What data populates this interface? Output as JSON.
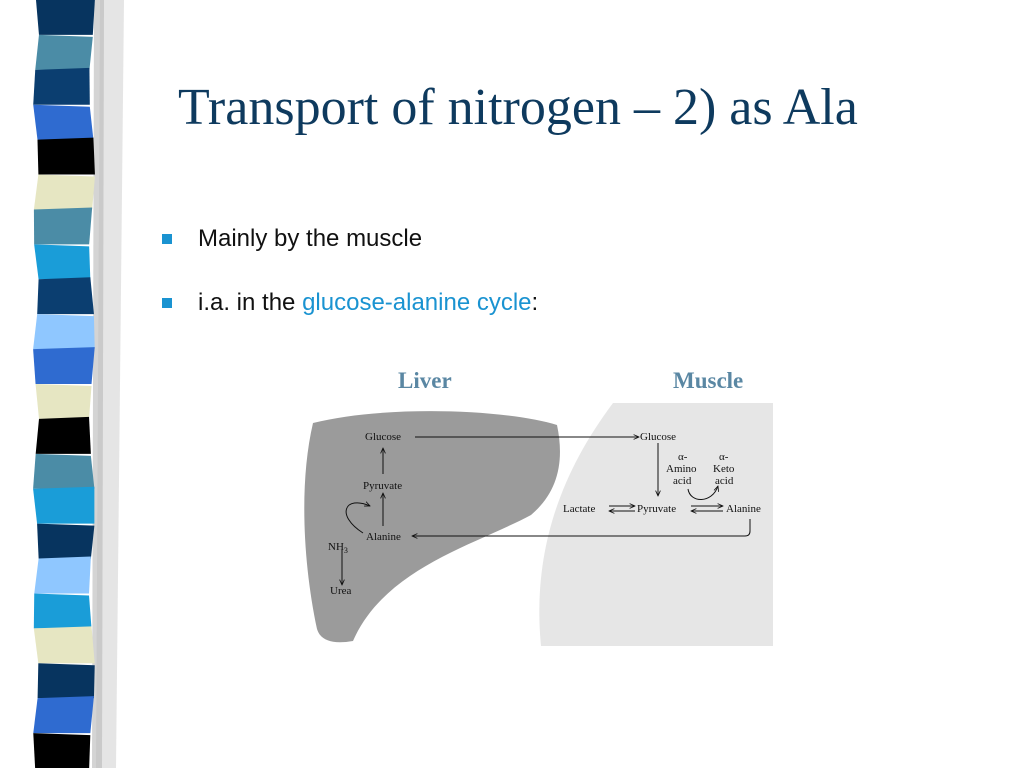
{
  "slide": {
    "title": "Transport of nitrogen – 2) as Ala",
    "bullets": [
      {
        "text_before": "Mainly by the muscle",
        "highlight": "",
        "text_after": ""
      },
      {
        "text_before": "i.a. in the ",
        "highlight": "glucose-alanine cycle",
        "text_after": ":"
      }
    ],
    "colors": {
      "title": "#0e3a5e",
      "bullet": "#1a93d1",
      "highlight": "#1a93d1",
      "organ_heading": "#5a87a3"
    }
  },
  "diagram": {
    "organs": {
      "left": "Liver",
      "right": "Muscle"
    },
    "liver": {
      "glucose": "Glucose",
      "pyruvate": "Pyruvate",
      "alanine": "Alanine",
      "nh3": "NH",
      "nh3_sub": "3",
      "urea": "Urea"
    },
    "muscle": {
      "glucose": "Glucose",
      "alpha1": "α-",
      "amino": "Amino",
      "acid1": "acid",
      "alpha2": "α-",
      "keto": "Keto",
      "acid2": "acid",
      "lactate": "Lactate",
      "pyruvate": "Pyruvate",
      "alanine": "Alanine"
    }
  },
  "sidebar": {
    "stripe_colors": [
      "#07345f",
      "#4b8ca6",
      "#0b3e70",
      "#2f6bd0",
      "#000000",
      "#e6e6c2",
      "#4b8ca6",
      "#1a9dd8",
      "#0b3e70",
      "#8fc7ff",
      "#2f6bd0",
      "#e6e6c2",
      "#000000",
      "#4b8ca6",
      "#1a9dd8",
      "#07345f",
      "#8fc7ff",
      "#1a9dd8",
      "#e6e6c2",
      "#07345f",
      "#2f6bd0",
      "#000000"
    ]
  }
}
